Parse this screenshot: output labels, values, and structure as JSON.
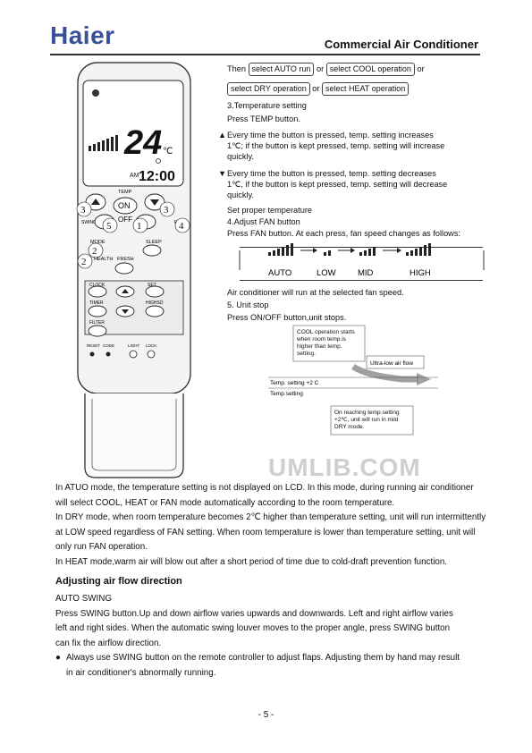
{
  "header": {
    "logo": "Haier",
    "title": "Commercial Air Conditioner"
  },
  "instructions": {
    "then_prefix": "Then",
    "or1": "or",
    "or2": "or",
    "or3": "or",
    "opt_auto": "select AUTO run",
    "opt_cool": "select COOL operation",
    "opt_dry": "select DRY operation",
    "opt_heat": "select HEAT operation",
    "temp_heading": "3.Temperature setting",
    "temp_press": "Press TEMP button.",
    "inc_line1": "Every time the button is pressed, temp. setting increases",
    "inc_line2": "1℃; if the button is kept pressed, temp. setting will increase",
    "inc_line3": "quickly.",
    "dec_line1": "Every time the button is pressed, temp. setting decreases",
    "dec_line2": "1℃, if the button is kept pressed, temp. setting will decrease",
    "dec_line3": "quickly.",
    "set_proper": "Set proper temperature",
    "fan_heading": "4.Adjust FAN button",
    "fan_press": "Press FAN button. At each press, fan speed changes as follows:",
    "fan_speeds": [
      "AUTO",
      "LOW",
      "MID",
      "HIGH"
    ],
    "fan_result": "Air conditioner will run at the selected fan speed.",
    "stop_heading": "5. Unit stop",
    "stop_press": "Press ON/OFF button,unit stops."
  },
  "diagram": {
    "cool_start": [
      "COOL operation starts",
      "when room temp.is",
      "higher than temp.",
      "setting."
    ],
    "ultra_low": "Ultra-low air flow",
    "temp_plus": "Temp. setting +2 C",
    "temp_setting": "Temp.setting",
    "on_reaching": [
      "On reaching temp.setting",
      "+2℃, unit will run in mild",
      "DRY mode."
    ]
  },
  "remote": {
    "display_temp": "24",
    "display_unit": "℃",
    "display_time": "12:00",
    "display_am": "AM",
    "labels": {
      "temp": "TEMP",
      "on": "ON",
      "off": "OFF",
      "swing": "SWING",
      "fan": "FAN",
      "mode": "MODE",
      "sleep": "SLEEP",
      "health": "HEALTH",
      "fresh": "FRESH",
      "clock": "CLOCK",
      "set": "SET",
      "timer": "TIMER",
      "highsd": "HIGHSD",
      "filter": "FILTER",
      "reset": "RESET",
      "code": "CODE",
      "light": "LIGHT",
      "lock": "LOCK"
    },
    "callouts": [
      "3",
      "3",
      "5",
      "1",
      "4",
      "2",
      "2"
    ]
  },
  "body": {
    "p1_l1": "In ATUO mode, the temperature setting is not displayed on LCD. In this mode, during running air conditioner",
    "p1_l2": "will select COOL, HEAT or FAN mode automatically according to the room temperature.",
    "p2_l1": "In DRY mode, when room temperature becomes 2℃ higher than temperature setting, unit will run intermittently",
    "p2_l2": "at LOW speed regardless of FAN setting. When room temperature is lower than temperature setting, unit will",
    "p2_l3": "only run FAN operation.",
    "p3_l1": "In HEAT mode,warm air will blow out after a short period of time due to cold-draft prevention function."
  },
  "section": {
    "title": "Adjusting air flow direction",
    "sub": "AUTO SWING",
    "s_l1": "Press SWING button.Up and down airflow varies upwards and downwards. Left and right airflow varies",
    "s_l2": "left and right sides. When the automatic swing louver moves to the proper angle, press SWING button",
    "s_l3": "can fix the airflow direction.",
    "b_l1": "Always use SWING button on the remote controller to adjust flaps. Adjusting them by hand may result",
    "b_l2": "in air conditioner's abnormally running."
  },
  "watermark": "UMLIB.COM",
  "footer": {
    "page": "- 5 -"
  }
}
